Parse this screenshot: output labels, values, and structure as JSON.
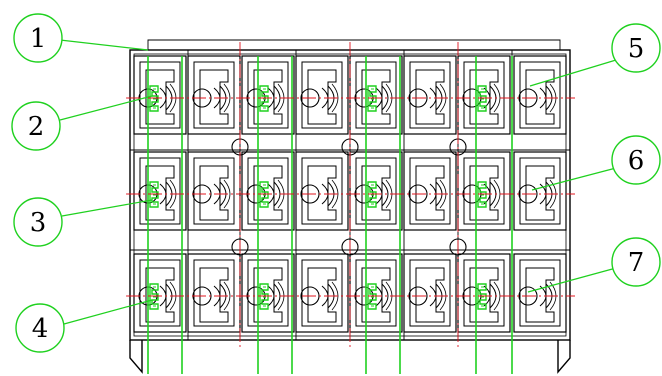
{
  "colors": {
    "outline": "#000000",
    "green": "#1fd11f",
    "centerline": "#e0141e",
    "background": "#ffffff"
  },
  "callouts": [
    {
      "label": "1"
    },
    {
      "label": "2"
    },
    {
      "label": "3"
    },
    {
      "label": "4"
    },
    {
      "label": "5"
    },
    {
      "label": "6"
    },
    {
      "label": "7"
    }
  ]
}
